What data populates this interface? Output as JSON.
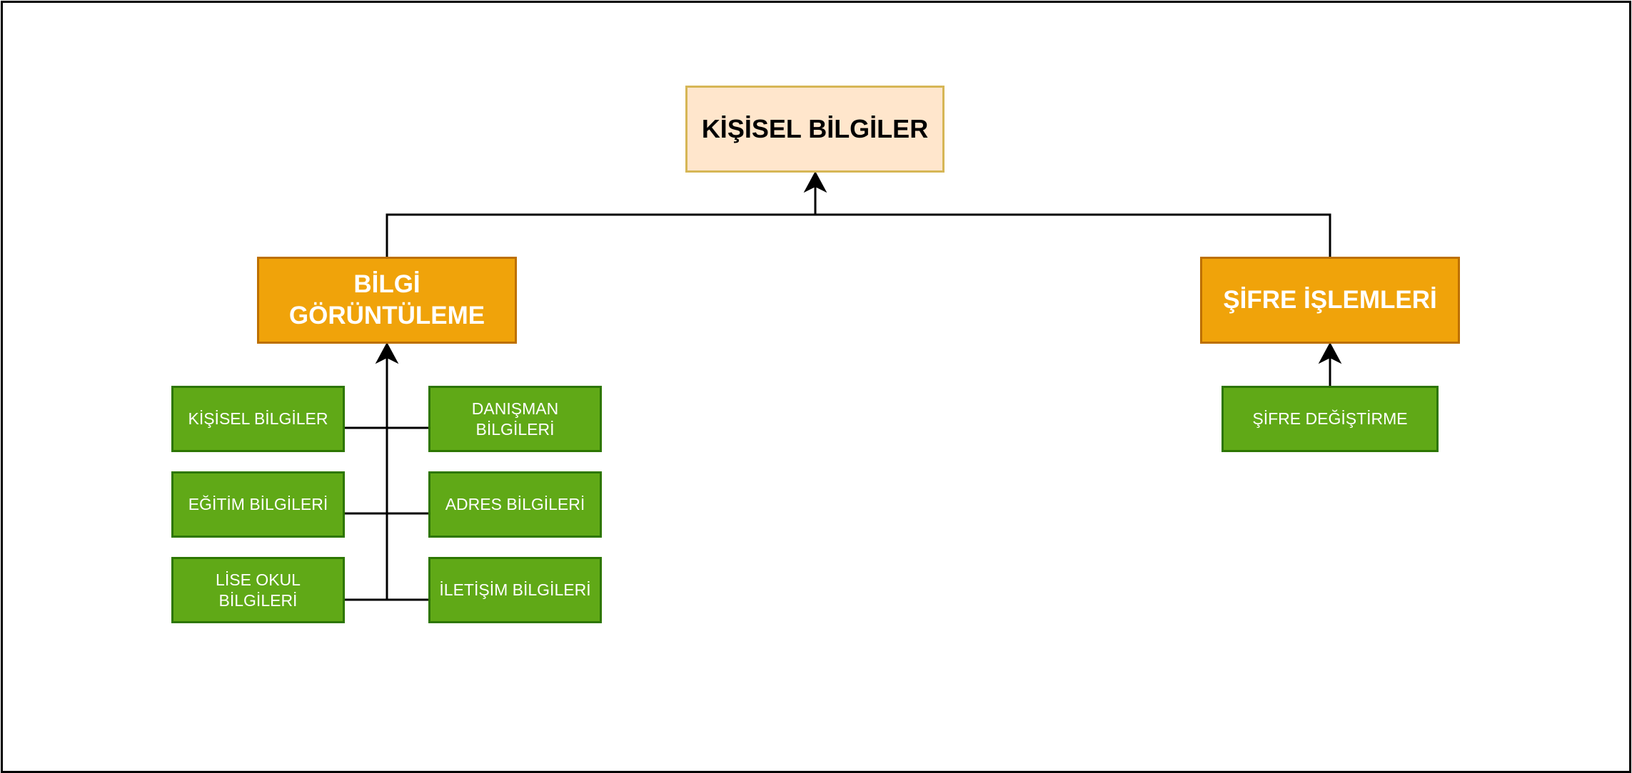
{
  "colors": {
    "root_fill": "#ffe6cc",
    "root_border": "#d6b656",
    "category_fill": "#f0a30a",
    "category_border": "#bd7000",
    "leaf_fill": "#60a917",
    "leaf_border": "#2d7600",
    "connector": "#000000"
  },
  "root": {
    "label": "KİŞİSEL BİLGİLER"
  },
  "categories": {
    "info_view": {
      "label": "BİLGİ\nGÖRÜNTÜLEME"
    },
    "password_ops": {
      "label": "ŞİFRE İŞLEMLERİ"
    }
  },
  "leaves": {
    "personal_info": {
      "label": "KİŞİSEL BİLGİLER"
    },
    "advisor_info": {
      "label": "DANIŞMAN\nBİLGİLERİ"
    },
    "education_info": {
      "label": "EĞİTİM BİLGİLERİ"
    },
    "address_info": {
      "label": "ADRES BİLGİLERİ"
    },
    "high_school_info": {
      "label": "LİSE OKUL\nBİLGİLERİ"
    },
    "contact_info": {
      "label": "İLETİŞİM BİLGİLERİ"
    },
    "change_password": {
      "label": "ŞİFRE DEĞİŞTİRME"
    }
  }
}
